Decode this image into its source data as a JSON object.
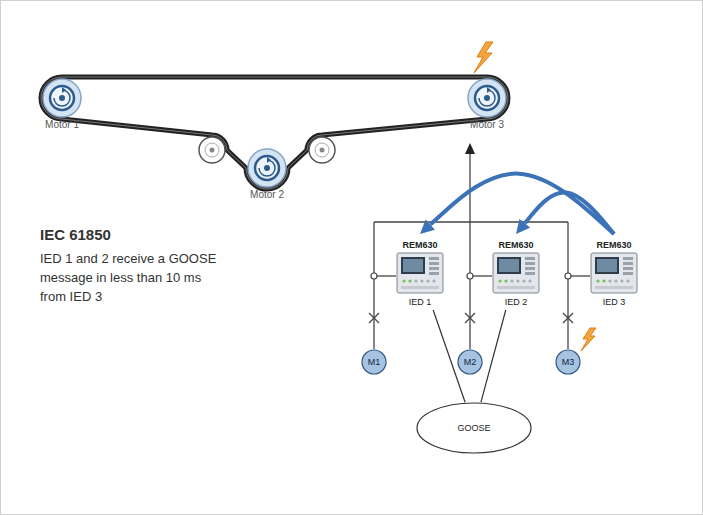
{
  "diagram": {
    "title": "IEC 61850",
    "nodes": [
      {
        "text": [
          "Motor 1"
        ]
      },
      {
        "text": [
          "Motor 3"
        ]
      },
      {
        "text": [
          "Motor 2"
        ]
      },
      {
        "text": [
          "REM630",
          "IED 1"
        ]
      },
      {
        "text": [
          "REM630",
          "IED 2"
        ]
      },
      {
        "text": [
          "REM630",
          "IED 3"
        ]
      },
      {
        "text": [
          "M1"
        ]
      },
      {
        "text": [
          "M2"
        ]
      },
      {
        "text": [
          "M3"
        ]
      },
      {
        "text": [
          "GOOSE"
        ]
      }
    ],
    "edges": [
      {
        "from": 5,
        "to": 3,
        "arrow": "to"
      },
      {
        "from": 5,
        "to": 4,
        "arrow": "to"
      },
      {
        "from": 3,
        "to": 9,
        "arrow": "none"
      },
      {
        "from": 4,
        "to": 9,
        "arrow": "none"
      }
    ],
    "labels": [
      "IED 1 and 2 receive a GOOSE message in less than 10 ms from IED 3"
    ]
  }
}
